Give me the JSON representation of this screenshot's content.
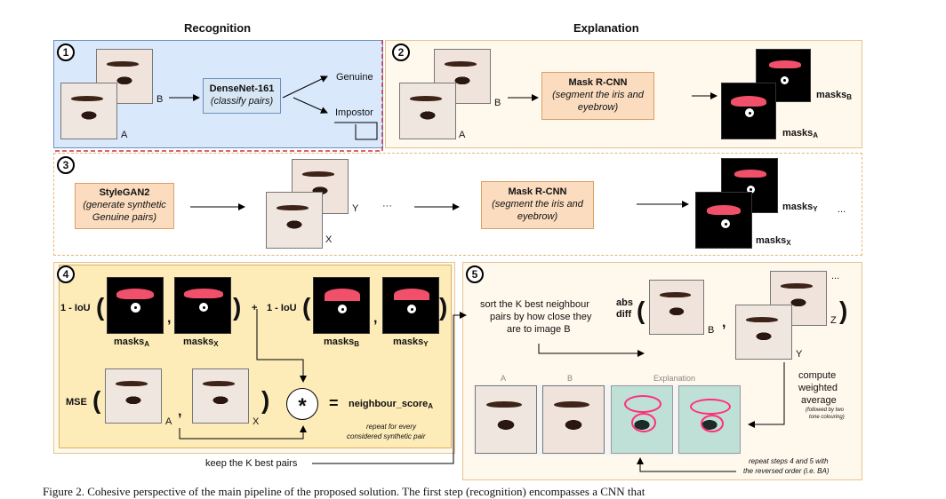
{
  "headers": {
    "recognition": "Recognition",
    "explanation": "Explanation"
  },
  "steps": [
    "1",
    "2",
    "3",
    "4",
    "5"
  ],
  "panel1": {
    "model_name": "DenseNet-161",
    "model_desc": "(classify pairs)",
    "out_genuine": "Genuine",
    "out_impostor": "Impostor",
    "label_a": "A",
    "label_b": "B"
  },
  "panel2": {
    "model_name": "Mask R-CNN",
    "model_desc": "(segment the iris and eyebrow)",
    "label_a": "A",
    "label_b": "B",
    "masks_b": "masks",
    "masks_b_sub": "B",
    "masks_a": "masks",
    "masks_a_sub": "A"
  },
  "panel3": {
    "gen_name": "StyleGAN2",
    "gen_desc": "(generate synthetic Genuine pairs)",
    "label_x": "X",
    "label_y": "Y",
    "ellipsis": "···",
    "model_name": "Mask R-CNN",
    "model_desc": "(segment the iris and eyebrow)",
    "masks_y": "masks",
    "masks_y_sub": "Y",
    "masks_x": "masks",
    "masks_x_sub": "X",
    "ellipsis2": "..."
  },
  "panel4": {
    "one_minus_iou": "1 - IoU",
    "plus": "+",
    "comma": ",",
    "masks_a": "masks",
    "masks_a_sub": "A",
    "masks_x": "masks",
    "masks_x_sub": "X",
    "masks_b": "masks",
    "masks_b_sub": "B",
    "masks_y": "masks",
    "masks_y_sub": "Y",
    "mse": "MSE",
    "label_a": "A",
    "label_x": "X",
    "star": "*",
    "equals": "=",
    "score": "neighbour_score",
    "score_sub": "A",
    "repeat_note_1": "repeat for every",
    "repeat_note_2": "considered synthetic pair",
    "keep_best": "keep the K best pairs"
  },
  "panel5": {
    "sort_1": "sort the K best neighbour",
    "sort_2": "pairs by how close they",
    "sort_3": "are to image B",
    "abs_1": "abs",
    "abs_2": "diff",
    "label_b": "B",
    "label_y": "Y",
    "label_z": "Z",
    "ellipsis": "...",
    "compute_1": "compute",
    "compute_2": "weighted",
    "compute_3": "average",
    "compute_note_1": "(followed by two",
    "compute_note_2": "tone colouring)",
    "col_a": "A",
    "col_b": "B",
    "col_exp": "Explanation",
    "repeat_1": "repeat steps 4 and 5 with",
    "repeat_2": "the reversed order (i.e. BA)"
  },
  "caption": "Figure 2. Cohesive perspective of the main pipeline of the proposed solution. The first step (recognition) encompasses a CNN that",
  "colors": {
    "blue_panel": "#dae8fc",
    "orange_panel": "#fff8ec",
    "box": "#fbdcbf",
    "mask_red": "#f0506a",
    "dashed_red": "#cc3344"
  }
}
